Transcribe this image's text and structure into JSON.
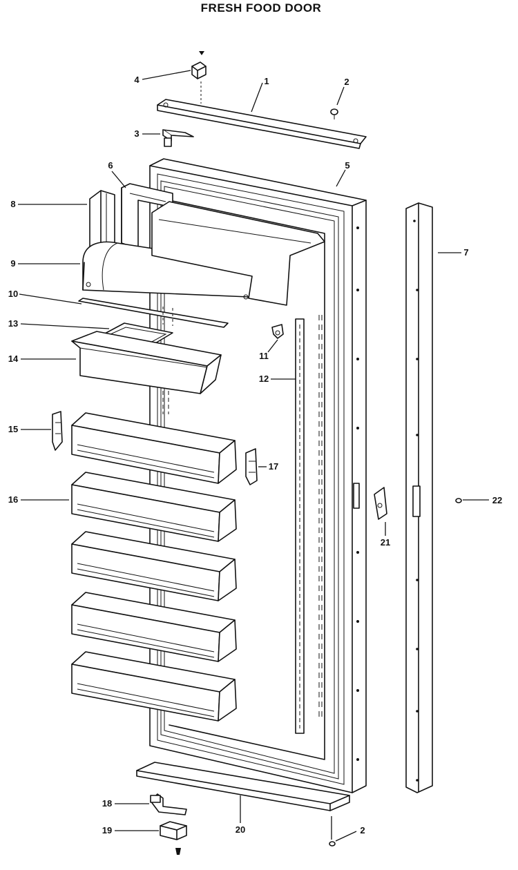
{
  "title": "FRESH FOOD DOOR",
  "callouts": [
    {
      "id": "c1",
      "text": "1"
    },
    {
      "id": "c2a",
      "text": "2"
    },
    {
      "id": "c2b",
      "text": "2"
    },
    {
      "id": "c3",
      "text": "3"
    },
    {
      "id": "c4",
      "text": "4"
    },
    {
      "id": "c5",
      "text": "5"
    },
    {
      "id": "c6",
      "text": "6"
    },
    {
      "id": "c7",
      "text": "7"
    },
    {
      "id": "c8",
      "text": "8"
    },
    {
      "id": "c9",
      "text": "9"
    },
    {
      "id": "c10",
      "text": "10"
    },
    {
      "id": "c11",
      "text": "11"
    },
    {
      "id": "c12",
      "text": "12"
    },
    {
      "id": "c13",
      "text": "13"
    },
    {
      "id": "c14",
      "text": "14"
    },
    {
      "id": "c15",
      "text": "15"
    },
    {
      "id": "c16",
      "text": "16"
    },
    {
      "id": "c17",
      "text": "17"
    },
    {
      "id": "c18",
      "text": "18"
    },
    {
      "id": "c19",
      "text": "19"
    },
    {
      "id": "c20",
      "text": "20"
    },
    {
      "id": "c21",
      "text": "21"
    },
    {
      "id": "c22",
      "text": "22"
    }
  ]
}
